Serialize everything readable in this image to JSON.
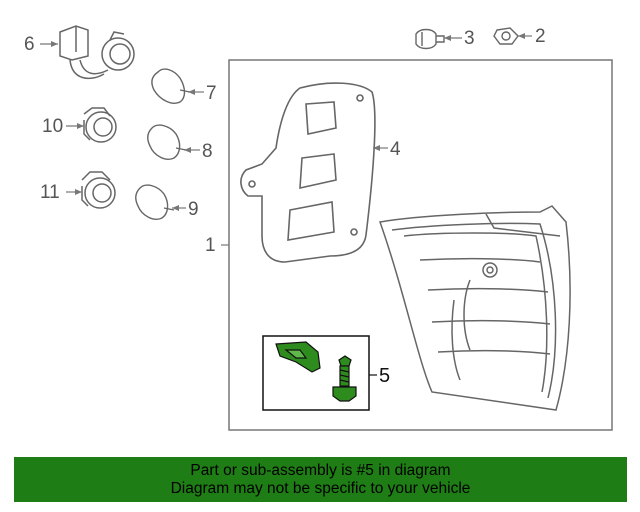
{
  "callouts": {
    "c1": "1",
    "c2": "2",
    "c3": "3",
    "c4": "4",
    "c5": "5",
    "c6": "6",
    "c7": "7",
    "c8": "8",
    "c9": "9",
    "c10": "10",
    "c11": "11"
  },
  "banner": {
    "line1": "Part or sub-assembly is #5 in diagram",
    "line2": "Diagram may not be specific to your vehicle"
  },
  "colors": {
    "highlight": "#2e8b1e",
    "banner": "#1e7d14",
    "line": "#555555"
  }
}
